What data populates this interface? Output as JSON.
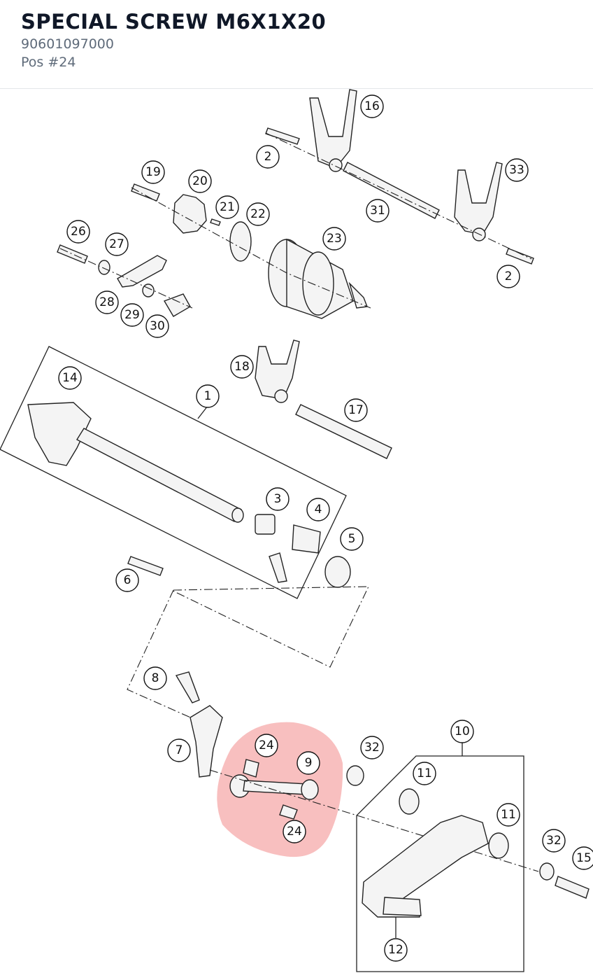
{
  "part": {
    "title": "SPECIAL SCREW M6X1X20",
    "number": "90601097000",
    "position": "Pos #24"
  },
  "highlight_color": "#f28b8b",
  "callouts": {
    "c1": "1",
    "c2a": "2",
    "c2b": "2",
    "c3": "3",
    "c4": "4",
    "c5": "5",
    "c6": "6",
    "c7": "7",
    "c8": "8",
    "c9": "9",
    "c10": "10",
    "c11a": "11",
    "c11b": "11",
    "c12": "12",
    "c14": "14",
    "c15": "15",
    "c16": "16",
    "c17": "17",
    "c18": "18",
    "c19": "19",
    "c20": "20",
    "c21": "21",
    "c22": "22",
    "c23": "23",
    "c24a": "24",
    "c24b": "24",
    "c26": "26",
    "c27": "27",
    "c28": "28",
    "c29": "29",
    "c30": "30",
    "c31": "31",
    "c32a": "32",
    "c32b": "32",
    "c33": "33"
  }
}
